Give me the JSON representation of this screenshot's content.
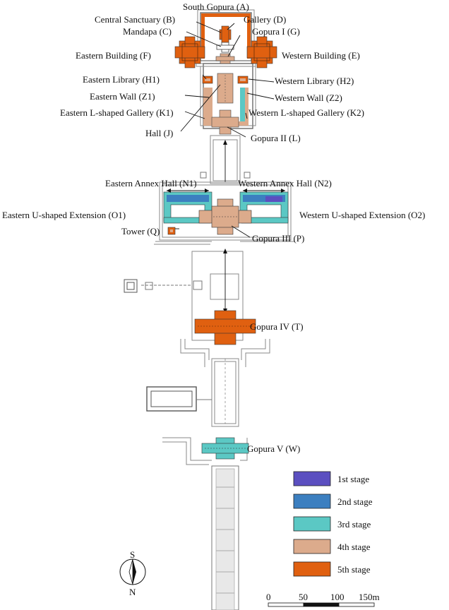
{
  "labels": {
    "A": "South Gopura (A)",
    "B": "Central Sanctuary (B)",
    "D": "Gallery (D)",
    "C": "Mandapa (C)",
    "G": "Gopura I (G)",
    "F": "Eastern Building (F)",
    "E": "Western Building (E)",
    "H1": "Eastern  Library (H1)",
    "H2": "Western Library (H2)",
    "Z1": "Eastern Wall (Z1)",
    "Z2": "Western Wall (Z2)",
    "K1": "Eastern L-shaped Gallery (K1)",
    "K2": "Western L-shaped Gallery (K2)",
    "J": "Hall (J)",
    "L": "Gopura II (L)",
    "N1": "Eastern Annex Hall (N1)",
    "N2": "Western Annex Hall (N2)",
    "O1": "Eastern U-shaped Extension (O1)",
    "O2": "Western U-shaped Extension (O2)",
    "Q": "Tower (Q)",
    "P": "Gopura III (P)",
    "T": "Gopura IV (T)",
    "W": "Gopura V (W)"
  },
  "legend": [
    {
      "label": "1st stage",
      "color": "#5b4fc0"
    },
    {
      "label": "2nd stage",
      "color": "#3c7fc0"
    },
    {
      "label": "3rd stage",
      "color": "#5bc8c4"
    },
    {
      "label": "4th stage",
      "color": "#dcab8c"
    },
    {
      "label": "5th stage",
      "color": "#e06010"
    }
  ],
  "compass": {
    "top": "S",
    "bottom": "N"
  },
  "scale": {
    "ticks": [
      "0",
      "50",
      "100",
      "150m"
    ]
  }
}
